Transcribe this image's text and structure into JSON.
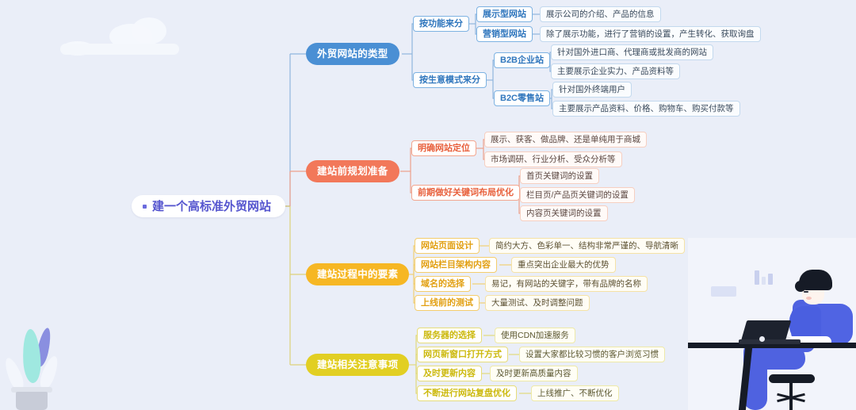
{
  "canvas": {
    "background_color": "#eaeef8"
  },
  "mindmap": {
    "root": {
      "label": "建一个高标准外贸网站",
      "text_color": "#5656cf",
      "background_color": "#ffffff"
    },
    "branches": [
      {
        "label": "外贸网站的类型",
        "color": "#4a8fd4",
        "children": [
          {
            "label": "按功能来分",
            "leaves": [
              "展示公司的介绍、产品的信息",
              "除了展示功能，进行了营销的设置，产生转化、获取询盘"
            ],
            "sublabels": [
              "展示型网站",
              "营销型网站"
            ]
          },
          {
            "label": "按生意模式来分",
            "sublabels": [
              "B2B企业站",
              "B2C零售站"
            ],
            "leaves": [
              "针对国外进口商、代理商或批发商的网站",
              "主要展示企业实力、产品资料等",
              "针对国外终端用户",
              "主要展示产品资料、价格、购物车、购买付款等"
            ]
          }
        ]
      },
      {
        "label": "建站前规划准备",
        "color": "#f2785a",
        "children": [
          {
            "label": "明确网站定位",
            "leaves": [
              "展示、获客、做品牌、还是单纯用于商城",
              "市场调研、行业分析、受众分析等"
            ]
          },
          {
            "label": "前期做好关键词布局优化",
            "leaves": [
              "首页关键词的设置",
              "栏目页/产品页关键词的设置",
              "内容页关键词的设置"
            ]
          }
        ]
      },
      {
        "label": "建站过程中的要素",
        "color": "#f6b724",
        "children": [
          {
            "label": "网站页面设计",
            "leaves": [
              "简约大方、色彩单一、结构非常严谨的、导航清晰"
            ]
          },
          {
            "label": "网站栏目架构内容",
            "leaves": [
              "重点突出企业最大的优势"
            ]
          },
          {
            "label": "域名的选择",
            "leaves": [
              "易记，有网站的关键字，带有品牌的名称"
            ]
          },
          {
            "label": "上线前的测试",
            "leaves": [
              "大量测试、及时调整问题"
            ]
          }
        ]
      },
      {
        "label": "建站相关注意事项",
        "color": "#e2cf23",
        "children": [
          {
            "label": "服务器的选择",
            "leaves": [
              "使用CDN加速服务"
            ]
          },
          {
            "label": "网页新窗口打开方式",
            "leaves": [
              "设置大家都比较习惯的客户浏览习惯"
            ]
          },
          {
            "label": "及时更新内容",
            "leaves": [
              "及时更新高质量内容"
            ]
          },
          {
            "label": "不断进行网站复盘优化",
            "leaves": [
              "上线推广、不断优化"
            ]
          }
        ]
      }
    ]
  },
  "decorations": {
    "cloud": "cloud-shape",
    "plant": "potted-plant",
    "illustration": "person-working-on-laptop"
  }
}
